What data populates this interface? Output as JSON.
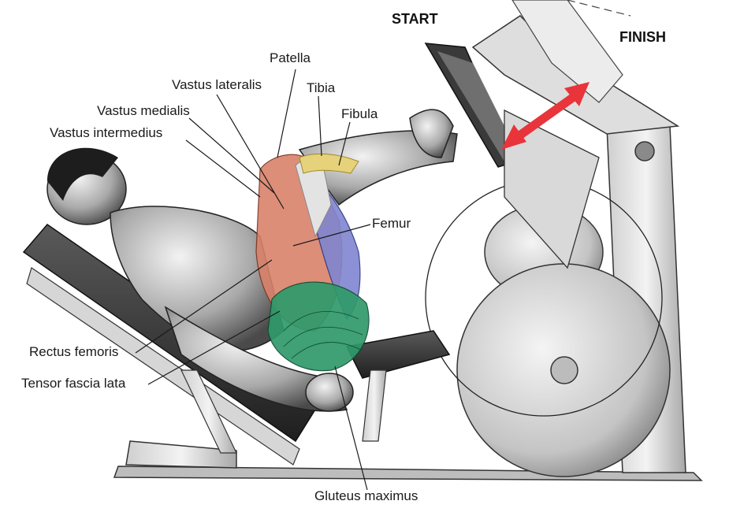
{
  "headings": {
    "start": "START",
    "finish": "FINISH"
  },
  "labels": {
    "patella": "Patella",
    "vastus_lateralis": "Vastus lateralis",
    "tibia": "Tibia",
    "vastus_medialis": "Vastus medialis",
    "fibula": "Fibula",
    "vastus_intermedius": "Vastus intermedius",
    "femur": "Femur",
    "rectus_femoris": "Rectus femoris",
    "tensor_fascia_lata": "Tensor fascia lata",
    "gluteus_maximus": "Gluteus maximus"
  },
  "colors": {
    "arrow": "#e8343a",
    "vastus_lateralis": "#d9826a",
    "vastus_medialis": "#7f86d0",
    "gluteus": "#2f9a6a",
    "tendon": "#e6d27a"
  }
}
